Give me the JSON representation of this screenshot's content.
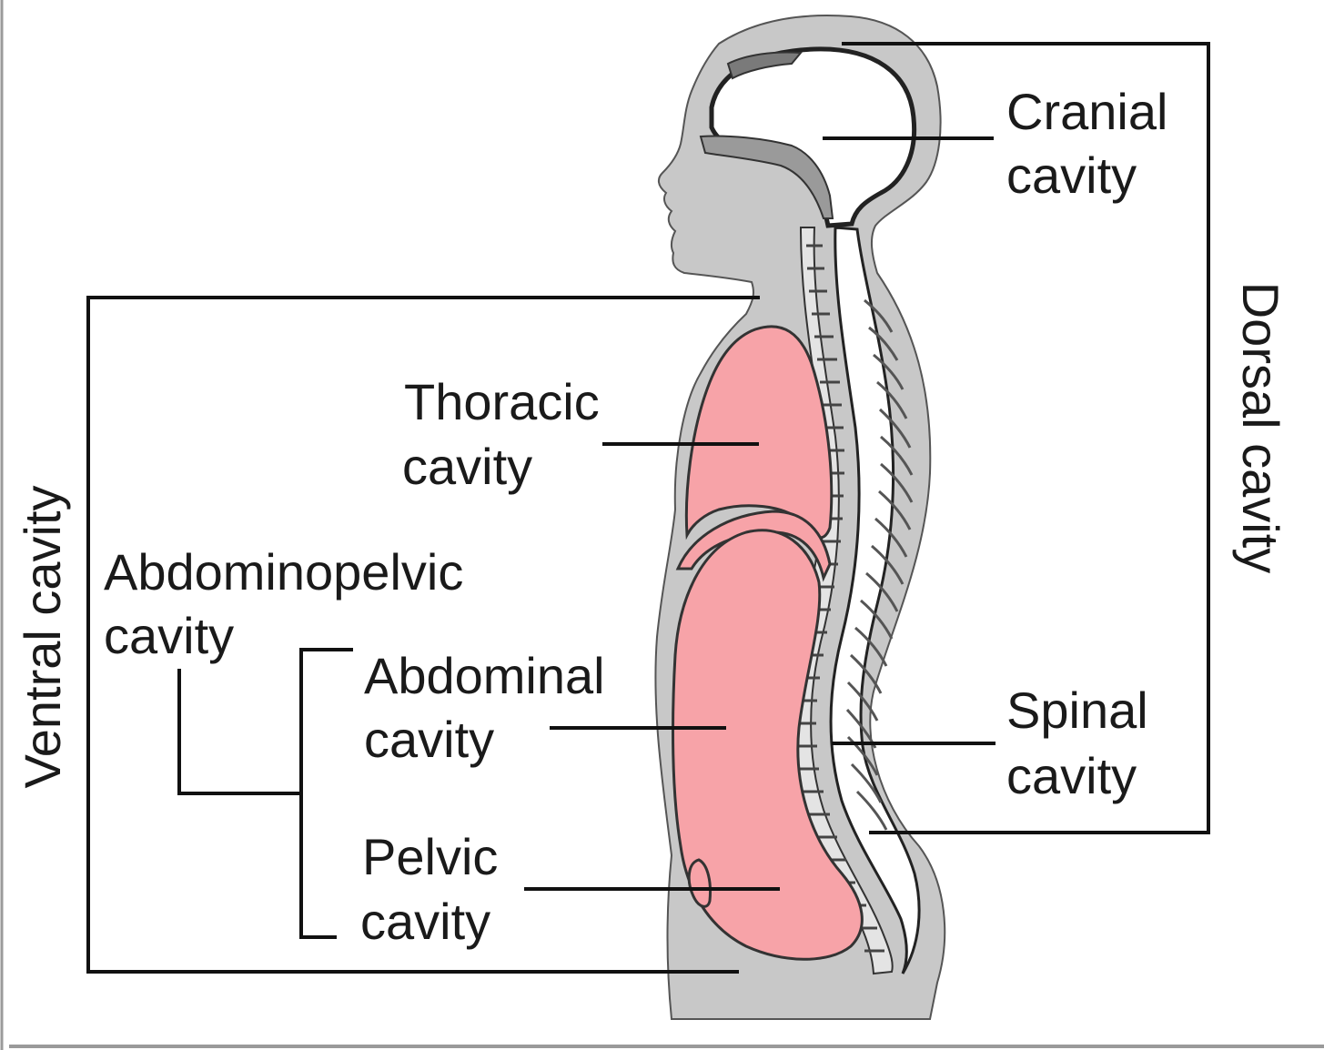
{
  "labels": {
    "cranial": [
      "Cranial",
      "cavity"
    ],
    "thoracic": [
      "Thoracic",
      "cavity"
    ],
    "abdominopelvic": [
      "Abdominopelvic",
      "cavity"
    ],
    "abdominal": [
      "Abdominal",
      "cavity"
    ],
    "pelvic": [
      "Pelvic",
      "cavity"
    ],
    "spinal": [
      "Spinal",
      "cavity"
    ],
    "ventral": "Ventral cavity",
    "dorsal": "Dorsal cavity"
  },
  "colors": {
    "body": "#c8c8c8",
    "cavity": "#f7a3a8",
    "outline": "#222222",
    "dorsal_space": "#ffffff"
  }
}
